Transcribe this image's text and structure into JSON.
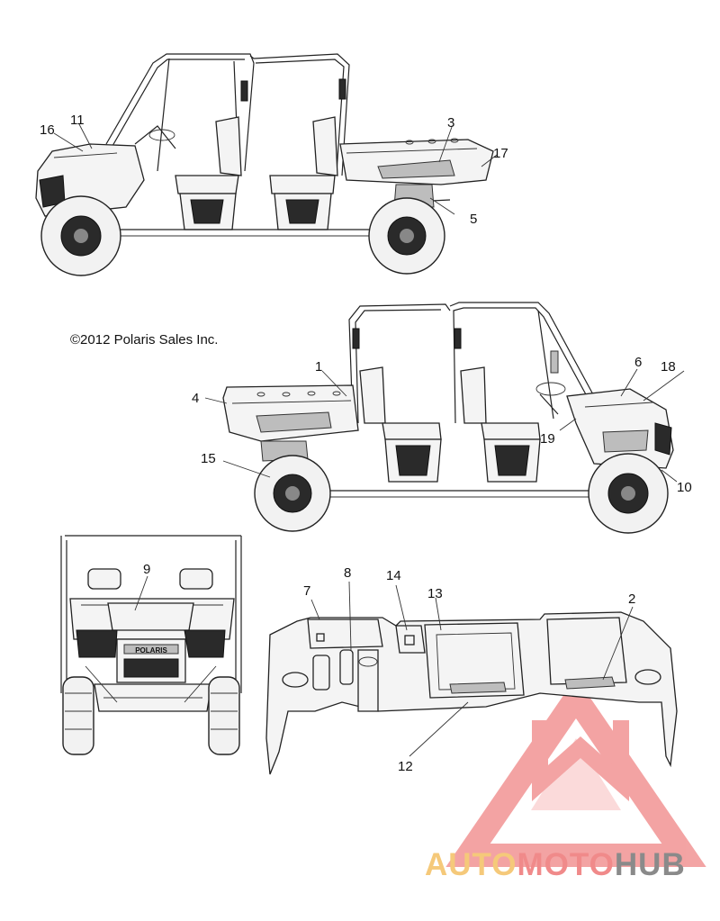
{
  "copyright": "©2012 Polaris Sales Inc.",
  "callouts": {
    "c1": "1",
    "c2": "2",
    "c3": "3",
    "c4": "4",
    "c5": "5",
    "c6": "6",
    "c7": "7",
    "c8": "8",
    "c9": "9",
    "c10": "10",
    "c11": "11",
    "c12": "12",
    "c13": "13",
    "c14": "14",
    "c15": "15",
    "c16": "16",
    "c17": "17",
    "c18": "18",
    "c19": "19"
  },
  "grille_badge": "POLARIS",
  "watermark": {
    "part1": "AUTO",
    "part2": "MOTO",
    "part3": "HUB",
    "color_primary": "#f08a8a",
    "color_secondary": "#f5c97a",
    "color_tertiary": "#8a8a8a"
  }
}
